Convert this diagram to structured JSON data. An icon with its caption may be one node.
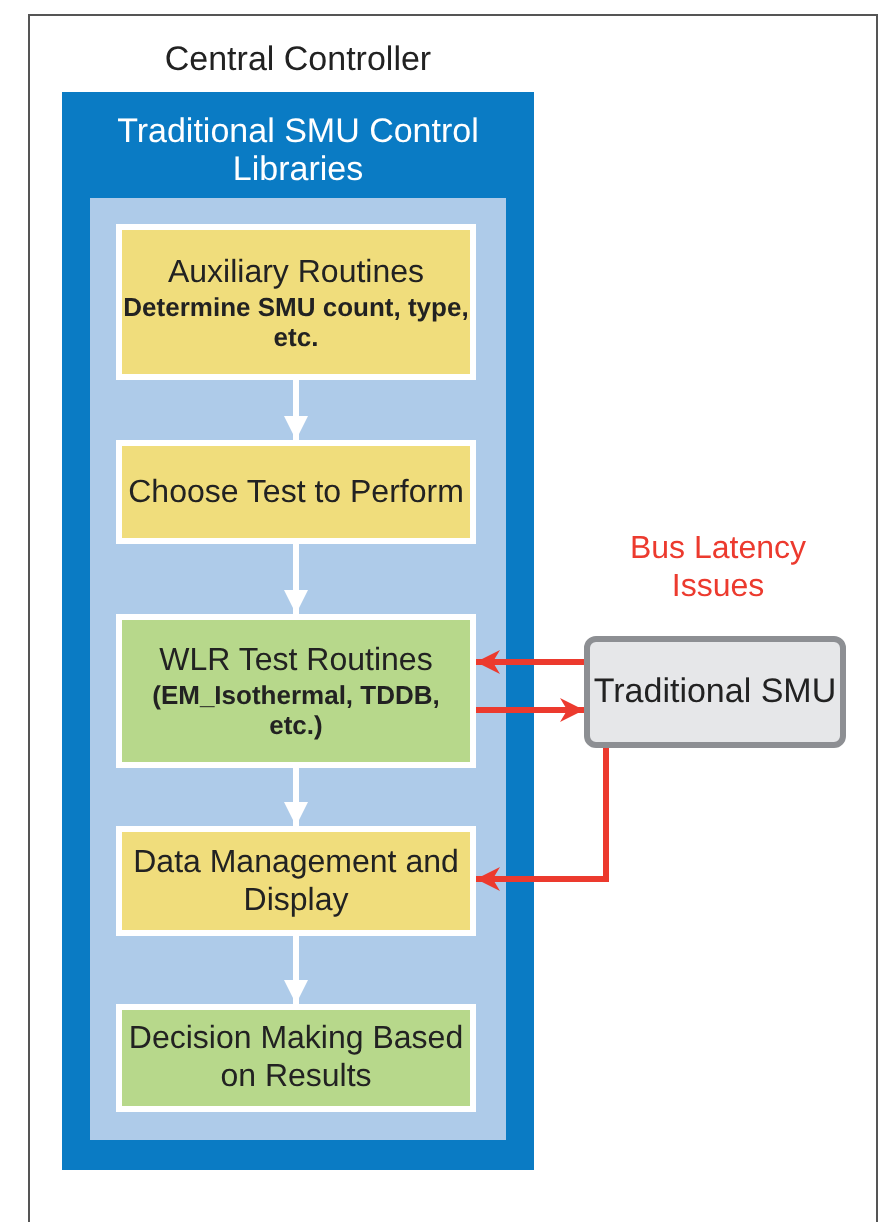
{
  "diagram": {
    "nodes": [
      {
        "text": [
          "Central Controller",
          "Traditional SMU Control Libraries"
        ]
      },
      {
        "text": [],
        "shape": "box",
        "in": 0
      },
      {
        "text": [
          "Auxiliary Routines",
          "Determine SMU count, type, etc."
        ],
        "in": 1
      },
      {
        "text": [
          "Choose Test to Perform"
        ],
        "in": 1
      },
      {
        "text": [
          "WLR Test Routines",
          "(EM_Isothermal, TDDB, etc.)"
        ],
        "in": 1
      },
      {
        "text": [
          "Data Management and Display"
        ],
        "in": 1
      },
      {
        "text": [
          "Decision Making Based on Results"
        ],
        "in": 1
      },
      {
        "text": [
          "Traditional SMU"
        ]
      }
    ],
    "edges": [
      {
        "from": 2,
        "to": 3,
        "arrow": "to"
      },
      {
        "from": 3,
        "to": 4,
        "arrow": "to"
      },
      {
        "from": 4,
        "to": 5,
        "arrow": "to"
      },
      {
        "from": 5,
        "to": 6,
        "arrow": "to"
      },
      {
        "from": 7,
        "to": 4,
        "arrow": "to",
        "color": "#ec3a2e"
      },
      {
        "from": 4,
        "to": 7,
        "arrow": "to",
        "color": "#ec3a2e"
      },
      {
        "from": 7,
        "to": 5,
        "arrow": "to",
        "color": "#ec3a2e"
      }
    ],
    "labels": [
      "Bus Latency Issues"
    ]
  }
}
